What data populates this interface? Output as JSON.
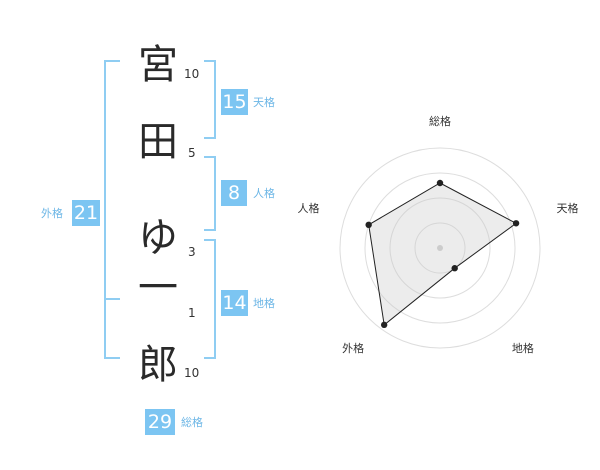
{
  "name": {
    "chars": [
      {
        "char": "宮",
        "strokes": "10"
      },
      {
        "char": "田",
        "strokes": "5"
      },
      {
        "char": "ゆ",
        "strokes": "3"
      },
      {
        "char": "一",
        "strokes": "1"
      },
      {
        "char": "郎",
        "strokes": "10"
      }
    ]
  },
  "kaku": {
    "tenkaku": {
      "value": "15",
      "label": "天格"
    },
    "jinkaku": {
      "value": "8",
      "label": "人格"
    },
    "chikaku": {
      "value": "14",
      "label": "地格"
    },
    "gaikaku": {
      "value": "21",
      "label": "外格"
    },
    "soukaku": {
      "value": "29",
      "label": "総格"
    }
  },
  "colors": {
    "accent": "#7cc5f2",
    "bracket": "#8fcdf2"
  },
  "chart_data": {
    "type": "radar",
    "axes": [
      "総格",
      "天格",
      "地格",
      "外格",
      "人格"
    ],
    "values": [
      0.65,
      0.8,
      0.25,
      0.95,
      0.75
    ],
    "rings": 4,
    "range": [
      0,
      1
    ]
  }
}
